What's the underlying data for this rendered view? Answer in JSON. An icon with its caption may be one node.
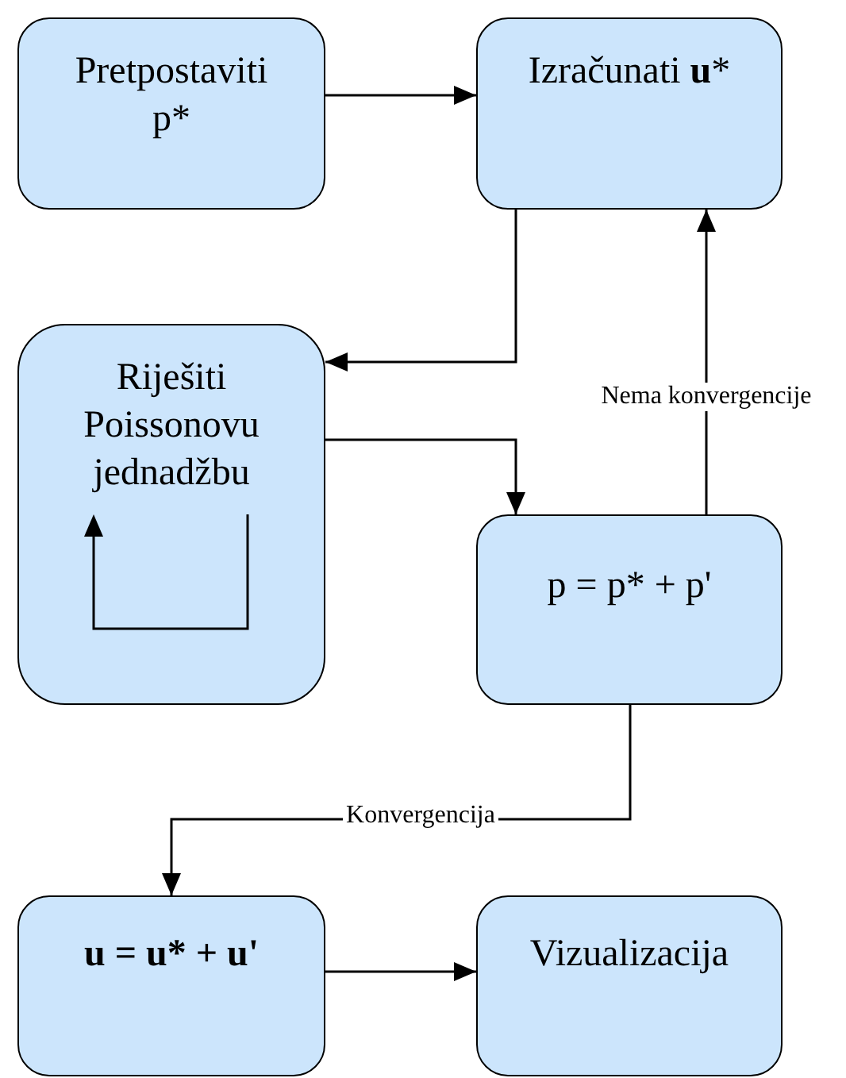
{
  "diagram": {
    "nodes": [
      {
        "text": [
          "Pretpostaviti p*"
        ]
      },
      {
        "text": [
          "Izračunati **u***"
        ]
      },
      {
        "text": [
          "Riješiti Poissonovu jednadžbu"
        ]
      },
      {
        "text": [
          "p = p* + p'"
        ]
      },
      {
        "text": [
          "u = u* + u'"
        ]
      },
      {
        "text": [
          "Vizualizacija"
        ]
      }
    ],
    "edges": [
      {
        "from": 0,
        "to": 1,
        "arrow": "to"
      },
      {
        "from": 1,
        "to": 2,
        "arrow": "to"
      },
      {
        "from": 2,
        "to": 3,
        "arrow": "to"
      },
      {
        "from": 3,
        "to": 1,
        "arrow": "to",
        "label": "Nema konvergencije"
      },
      {
        "from": 3,
        "to": 4,
        "arrow": "to",
        "label": "Konvergencija"
      },
      {
        "from": 4,
        "to": 5,
        "arrow": "to"
      }
    ]
  }
}
